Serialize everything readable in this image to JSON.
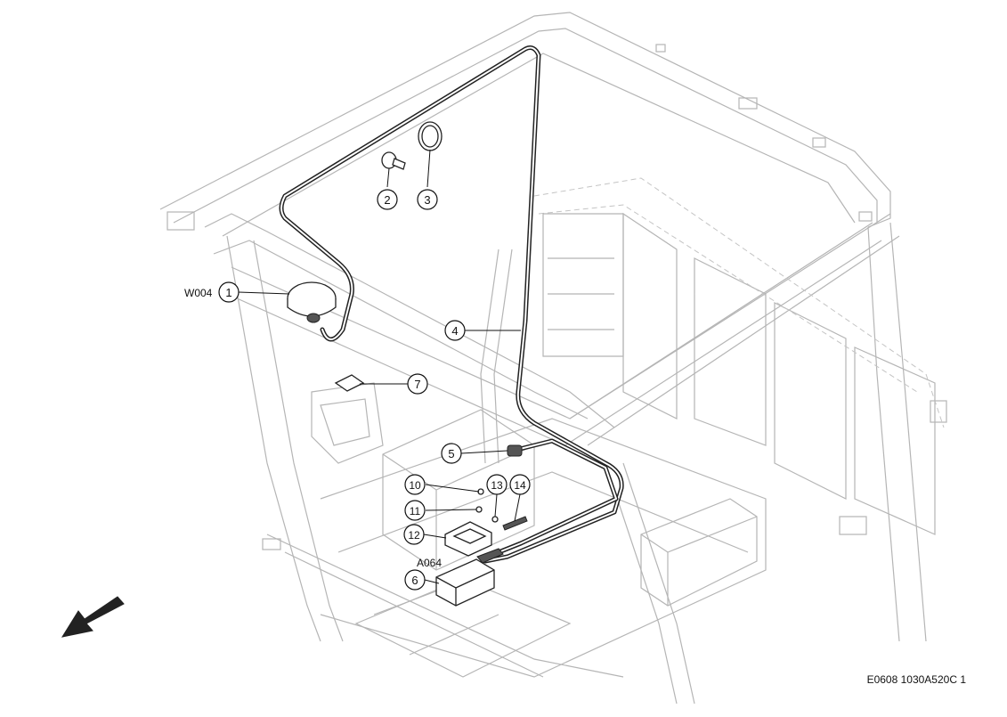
{
  "drawing_code": "E0608 1030A520C 1",
  "reference_labels": {
    "antenna": "W004",
    "module": "A064"
  },
  "callouts": [
    "1",
    "2",
    "3",
    "4",
    "5",
    "6",
    "7",
    "10",
    "11",
    "12",
    "13",
    "14"
  ],
  "colors": {
    "line": "#222222",
    "frame": "#b5b5b5",
    "background": "#ffffff"
  },
  "icons": {
    "direction": "arrow-icon"
  }
}
